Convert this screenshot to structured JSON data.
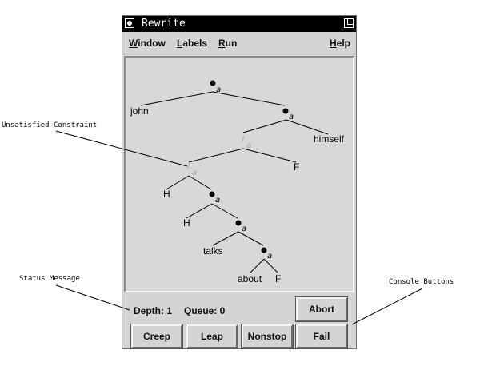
{
  "window": {
    "title": "Rewrite"
  },
  "menu": {
    "window": "Window",
    "labels": "Labels",
    "run": "Run",
    "help": "Help"
  },
  "tree": {
    "branch_symbol": "a",
    "words": {
      "john": "john",
      "himself": "himself",
      "f1": "F",
      "h1": "H",
      "h2": "H",
      "talks": "talks",
      "about": "about",
      "f2": "F"
    },
    "unsatisfied_symbol": "/"
  },
  "status": {
    "depth": "Depth: 1",
    "queue": "Queue: 0"
  },
  "buttons": {
    "abort": "Abort",
    "creep": "Creep",
    "leap": "Leap",
    "nonstop": "Nonstop",
    "fail": "Fail"
  },
  "callouts": {
    "unsatisfied": "Unsatisfied Constraint",
    "status": "Status Message",
    "console": "Console Buttons"
  },
  "colors": {
    "node": "#000000",
    "unsatisfied": "#a8a8a8",
    "line": "#000000"
  }
}
